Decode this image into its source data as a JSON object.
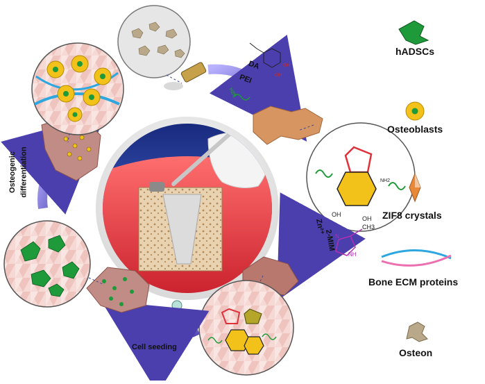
{
  "legend": {
    "hadscs": "hADSCs",
    "osteoblasts": "Osteoblasts",
    "zif8": "ZIF8 crystals",
    "ecm": "Bone ECM proteins",
    "osteon": "Osteon"
  },
  "steps": {
    "da": "DA",
    "pei": "PEI",
    "h2n": "H2N",
    "zn": "Zn²⁺",
    "mim": "2-MIM",
    "nh": "NH",
    "ch3": "CH3",
    "cell_seeding": "Cell seeding",
    "osteo_line1": "Osteogenic",
    "osteo_line2": "differentiation"
  },
  "chem": {
    "oh": "OH",
    "nh2": "NH2",
    "h": "H",
    "n": "N"
  },
  "colors": {
    "cell_green": "#1f9a3a",
    "osteoblast_yellow": "#f2c21a",
    "zif8_orange": "#e8893a",
    "arrow_purple": "#6a5acd",
    "scaffold_pink": "#c68b84",
    "gum_red": "#e0323a",
    "sky_blue": "#1b2f85"
  }
}
